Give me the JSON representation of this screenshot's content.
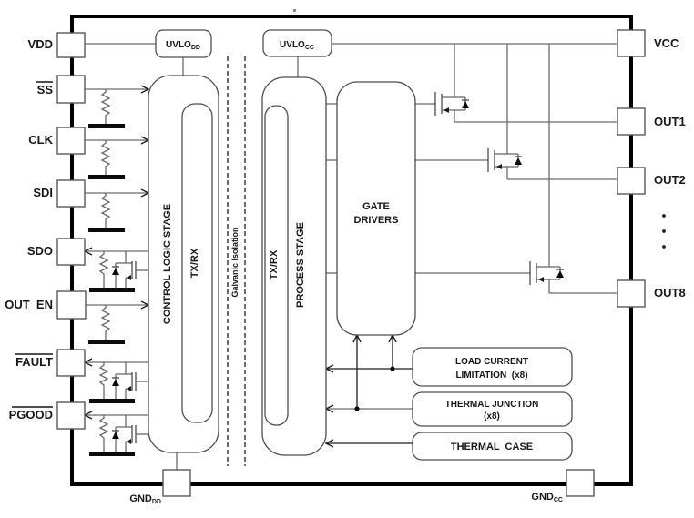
{
  "pins": {
    "left": [
      {
        "label": "VDD",
        "overline": false
      },
      {
        "label": "SS",
        "overline": true
      },
      {
        "label": "CLK",
        "overline": false
      },
      {
        "label": "SDI",
        "overline": false
      },
      {
        "label": "SDO",
        "overline": false
      },
      {
        "label": "OUT_EN",
        "overline": false
      },
      {
        "label": "FAULT",
        "overline": true
      },
      {
        "label": "PGOOD",
        "overline": true
      }
    ],
    "right": [
      {
        "label": "VCC"
      },
      {
        "label": "OUT1"
      },
      {
        "label": "OUT2"
      },
      {
        "label": "OUT8"
      }
    ],
    "bottom": [
      {
        "label": "GND",
        "subscript": "DD"
      },
      {
        "label": "GND",
        "subscript": "CC"
      }
    ]
  },
  "blocks": {
    "uvlo_dd": {
      "label": "UVLO",
      "subscript": "DD"
    },
    "uvlo_cc": {
      "label": "UVLO",
      "subscript": "CC"
    },
    "control_logic_stage": {
      "label": "CONTROL LOGIC STAGE"
    },
    "control_txrx": {
      "label": "TX/RX"
    },
    "galvanic_isolation": {
      "label": "Galvanic Isolation"
    },
    "process_txrx": {
      "label": "TX/RX"
    },
    "process_stage": {
      "label": "PROCESS STAGE"
    },
    "gate_drivers": {
      "line1": "GATE",
      "line2": "DRIVERS"
    },
    "load_current_limitation": {
      "line1": "LOAD CURRENT",
      "line2": "LIMITATION  (x8)"
    },
    "thermal_junction": {
      "line1": "THERMAL JUNCTION",
      "line2": "(x8)"
    },
    "thermal_case": {
      "label": "THERMAL  CASE"
    }
  },
  "colors": {
    "chip_border": "#000000",
    "wire": "#6a6a6a",
    "block_stroke": "#4d4d4d",
    "text": "#171717"
  }
}
